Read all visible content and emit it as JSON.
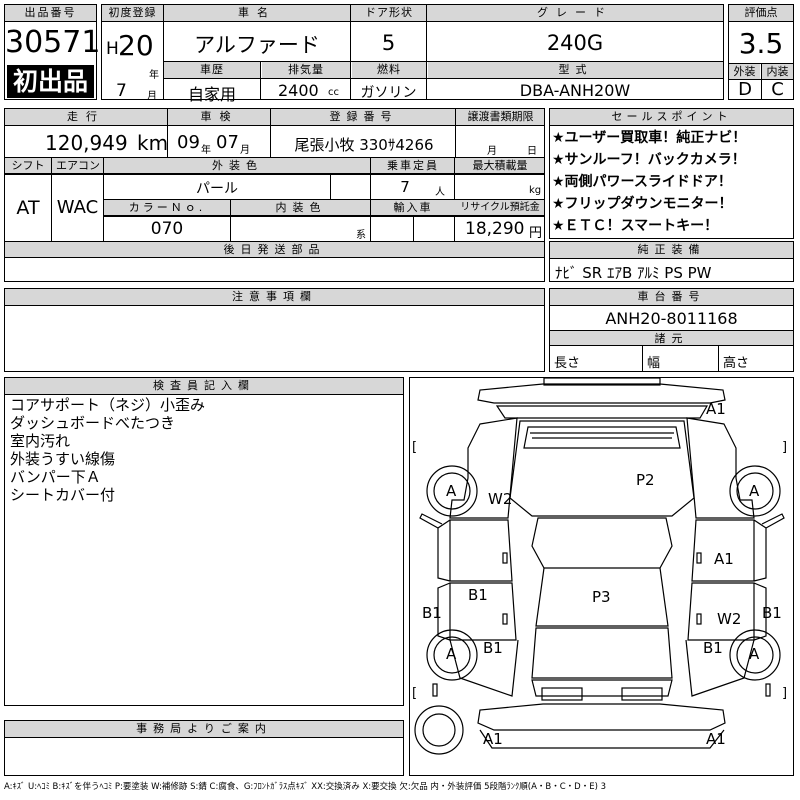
{
  "lot": {
    "label": "出品番号",
    "value": "30571",
    "badge": "初出品"
  },
  "registration": {
    "label": "初度登録",
    "era": "H",
    "year": "20",
    "year_unit": "年",
    "month": "7",
    "month_unit": "月"
  },
  "car_name": {
    "label": "車名",
    "value": "アルファード"
  },
  "doors": {
    "label": "ドア形状",
    "value": "5"
  },
  "grade": {
    "label": "グレード",
    "value": "240G"
  },
  "score": {
    "label": "評価点",
    "value": "3.5",
    "ext_label": "外装",
    "int_label": "内装",
    "ext_value": "D",
    "int_value": "C"
  },
  "history": {
    "label": "車歴",
    "value": "自家用"
  },
  "displacement": {
    "label": "排気量",
    "value": "2400",
    "unit": "cc"
  },
  "fuel": {
    "label": "燃料",
    "value": "ガソリン"
  },
  "model": {
    "label": "型式",
    "value": "DBA-ANH20W"
  },
  "mileage": {
    "label": "走行",
    "value": "120,949",
    "unit": "km"
  },
  "inspection": {
    "label": "車検",
    "year": "09",
    "year_unit": "年",
    "month": "07",
    "month_unit": "月"
  },
  "plate": {
    "label": "登録番号",
    "value": "尾張小牧 330ｻ4266"
  },
  "transfer_doc": {
    "label": "譲渡書類期限",
    "month_unit": "月",
    "day_unit": "日"
  },
  "sales_points": {
    "label": "セールスポイント",
    "items": [
      "★ユーザー買取車！純正ナビ！",
      "★サンルーフ！バックカメラ！",
      "★両側パワースライドドア！",
      "★フリップダウンモニター！",
      "★ＥＴＣ！スマートキー！"
    ]
  },
  "shift": {
    "label": "シフト",
    "value": "AT"
  },
  "aircon": {
    "label": "エアコン",
    "value": "WAC"
  },
  "exterior_color": {
    "label": "外装色",
    "value": "パール"
  },
  "capacity": {
    "label": "乗車定員",
    "value": "7",
    "unit": "人"
  },
  "load": {
    "label": "最大積載量",
    "unit": "kg"
  },
  "color_no": {
    "label": "カラーＮｏ.",
    "value": "070"
  },
  "interior_color": {
    "label": "内装色",
    "unit": "系"
  },
  "import": {
    "label": "輸入車"
  },
  "recycle": {
    "label": "リサイクル預託金",
    "value": "18,290",
    "unit": "円"
  },
  "later_parts": {
    "label": "後日発送部品"
  },
  "equipment": {
    "label": "純正装備",
    "value": "ﾅﾋﾞ SR ｴｱB ｱﾙﾐ PS PW"
  },
  "notes": {
    "label": "注意事項欄"
  },
  "chassis": {
    "label": "車台番号",
    "value": "ANH20-8011168"
  },
  "dimensions": {
    "label": "諸元",
    "length": "長さ",
    "width": "幅",
    "height": "高さ"
  },
  "inspector": {
    "label": "検査員記入欄",
    "lines": [
      "コアサポート（ネジ）小歪み",
      "ダッシュボードべたつき",
      "室内汚れ",
      "外装うすい線傷",
      "バンパー下Ａ",
      "シートカバー付"
    ]
  },
  "office": {
    "label": "事務局よりご案内"
  },
  "diagram_marks": {
    "A1_top": "A1",
    "P2": "P2",
    "W2_left": "W2",
    "A_fl": "A",
    "A_fr": "A",
    "A1_right": "A1",
    "B1_left": "B1",
    "P3": "P3",
    "W2_right": "W2",
    "B1_side_left": "B1",
    "B1_side_right": "B1",
    "A_rl": "A",
    "B1_rl": "B1",
    "B1_rr": "B1",
    "A_rr": "A",
    "A1_bl": "A1",
    "A1_br": "A1",
    "bracket_open": "[",
    "bracket_close": "]"
  },
  "legend": "A:ｷｽﾞ U:ﾍｺﾐ B:ｷｽﾞを伴うﾍｺﾐ P:要塗装 W:補修跡 S:錆 C:腐食、G:ﾌﾛﾝﾄｶﾞﾗｽ点ｷｽﾞ XX:交換済み X:要交換 欠:欠品 内・外装評価 5段階ﾗﾝｸ順(A・B・C・D・E) 3"
}
